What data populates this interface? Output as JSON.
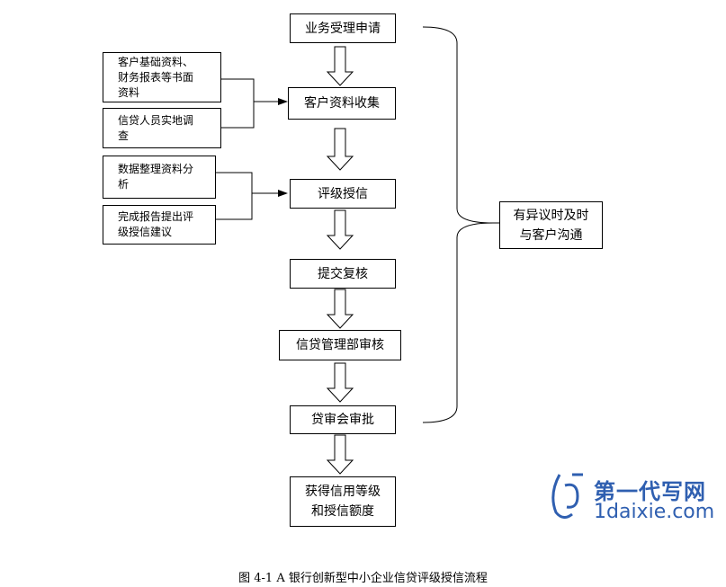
{
  "main_flow": [
    "业务受理申请",
    "客户资料收集",
    "评级授信",
    "提交复核",
    "信贷管理部审核",
    "贷审会审批",
    "获得信用等级\n和授信额度"
  ],
  "side_inputs": [
    "客户基础资料、\n财务报表等书面\n资料",
    "信贷人员实地调\n查",
    "数据整理资料分\n析",
    "完成报告提出评\n级授信建议"
  ],
  "feedback": "有异议时及时\n与客户沟通",
  "caption": "图 4-1   A 银行创新型中小企业信贷评级授信流程",
  "watermark": {
    "cn": "第一代写网",
    "en": "1daixie.com",
    "color": "#2f5fb0"
  }
}
